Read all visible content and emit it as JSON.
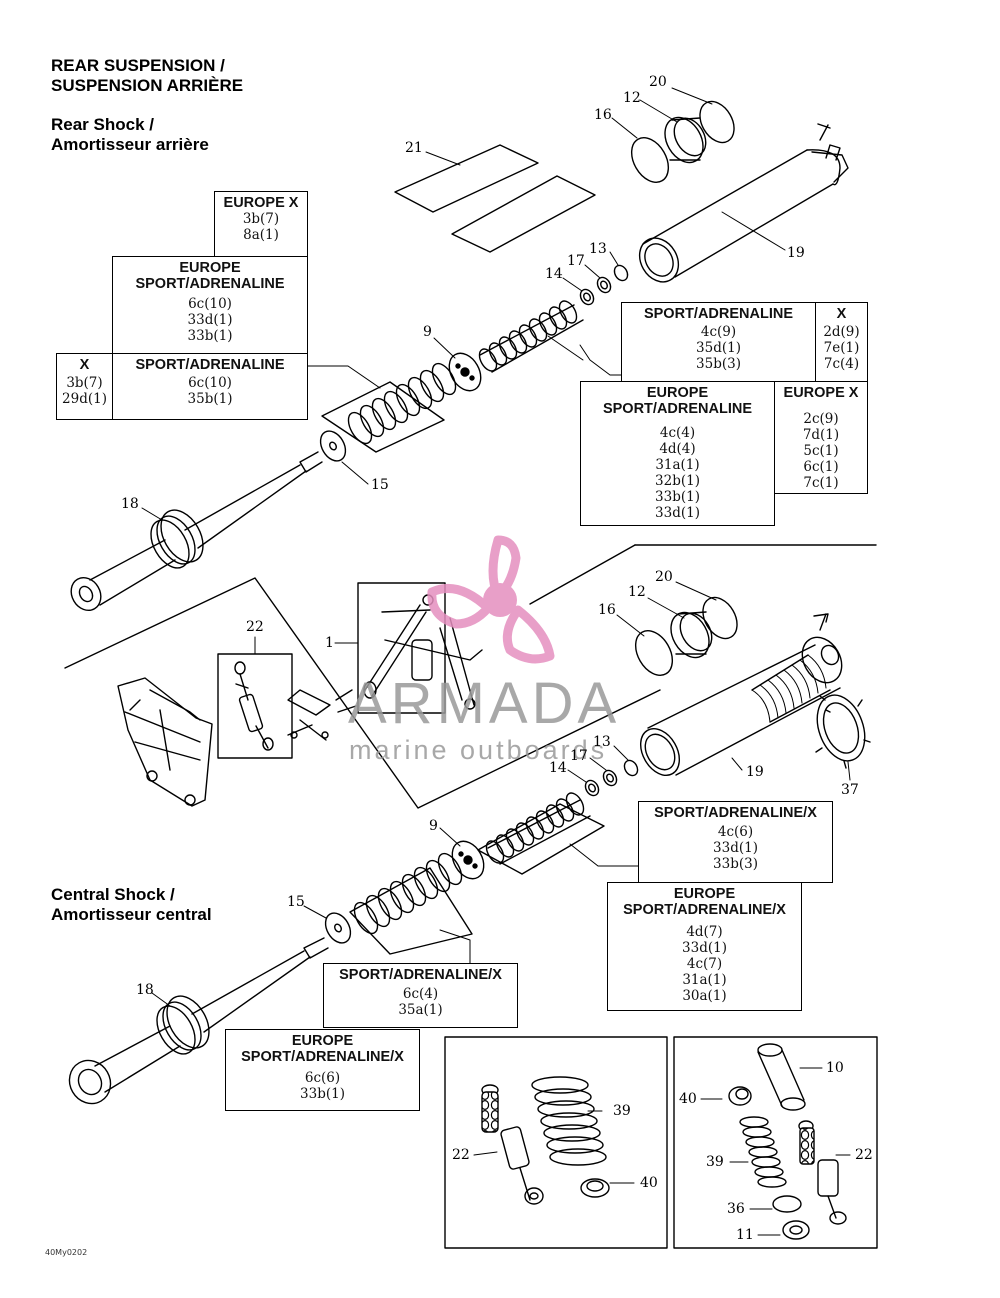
{
  "headers": {
    "section_title_1": "REAR SUSPENSION /",
    "section_title_2": "SUSPENSION ARRIÈRE",
    "rear_shock_1": "Rear Shock /",
    "rear_shock_2": "Amortisseur arrière",
    "central_shock_1": "Central Shock /",
    "central_shock_2": "Amortisseur central"
  },
  "boxes": {
    "b1": {
      "title": "EUROPE X",
      "values": [
        "3b(7)",
        "8a(1)"
      ]
    },
    "b2": {
      "title": "EUROPE\nSPORT/ADRENALINE",
      "values": [
        "6c(10)",
        "33d(1)",
        "33b(1)"
      ]
    },
    "b3a": {
      "title": "X",
      "values": [
        "3b(7)",
        "29d(1)"
      ]
    },
    "b3b": {
      "title": "SPORT/ADRENALINE",
      "values": [
        "6c(10)",
        "35b(1)"
      ]
    },
    "b4a": {
      "title": "SPORT/ADRENALINE",
      "values": [
        "4c(9)",
        "35d(1)",
        "35b(3)"
      ]
    },
    "b4b": {
      "title": "X",
      "values": [
        "2d(9)",
        "7e(1)",
        "7c(4)"
      ]
    },
    "b5": {
      "title": "EUROPE\nSPORT/ADRENALINE",
      "values": [
        "4c(4)",
        "4d(4)",
        "31a(1)",
        "32b(1)",
        "33b(1)",
        "33d(1)"
      ]
    },
    "b6": {
      "title": "EUROPE X",
      "values": [
        "2c(9)",
        "7d(1)",
        "5c(1)",
        "6c(1)",
        "7c(1)"
      ]
    },
    "b7": {
      "title": "SPORT/ADRENALINE/X",
      "values": [
        "4c(6)",
        "33d(1)",
        "33b(3)"
      ]
    },
    "b8": {
      "title": "EUROPE\nSPORT/ADRENALINE/X",
      "values": [
        "4d(7)",
        "33d(1)",
        "4c(7)",
        "31a(1)",
        "30a(1)"
      ]
    },
    "b9": {
      "title": "SPORT/ADRENALINE/X",
      "values": [
        "6c(4)",
        "35a(1)"
      ]
    },
    "b10": {
      "title": "EUROPE\nSPORT/ADRENALINE/X",
      "values": [
        "6c(6)",
        "33b(1)"
      ]
    }
  },
  "callouts": {
    "c20a": "20",
    "c12a": "12",
    "c16a": "16",
    "c21": "21",
    "c19a": "19",
    "c13a": "13",
    "c17a": "17",
    "c14a": "14",
    "c9a": "9",
    "c15a": "15",
    "c18a": "18",
    "c22a": "22",
    "c1": "1",
    "c20b": "20",
    "c12b": "12",
    "c16b": "16",
    "c13b": "13",
    "c17b": "17",
    "c14b": "14",
    "c19b": "19",
    "c37": "37",
    "c9b": "9",
    "c15b": "15",
    "c18b": "18",
    "c39a": "39",
    "c22b": "22",
    "c40a": "40",
    "c10": "10",
    "c40b": "40",
    "c39b": "39",
    "c22c": "22",
    "c36": "36",
    "c11": "11"
  },
  "watermark": {
    "brand": "ARMADA",
    "tagline": "marine outboards",
    "accent": "#e58fbf"
  },
  "footer_code": "40My0202"
}
